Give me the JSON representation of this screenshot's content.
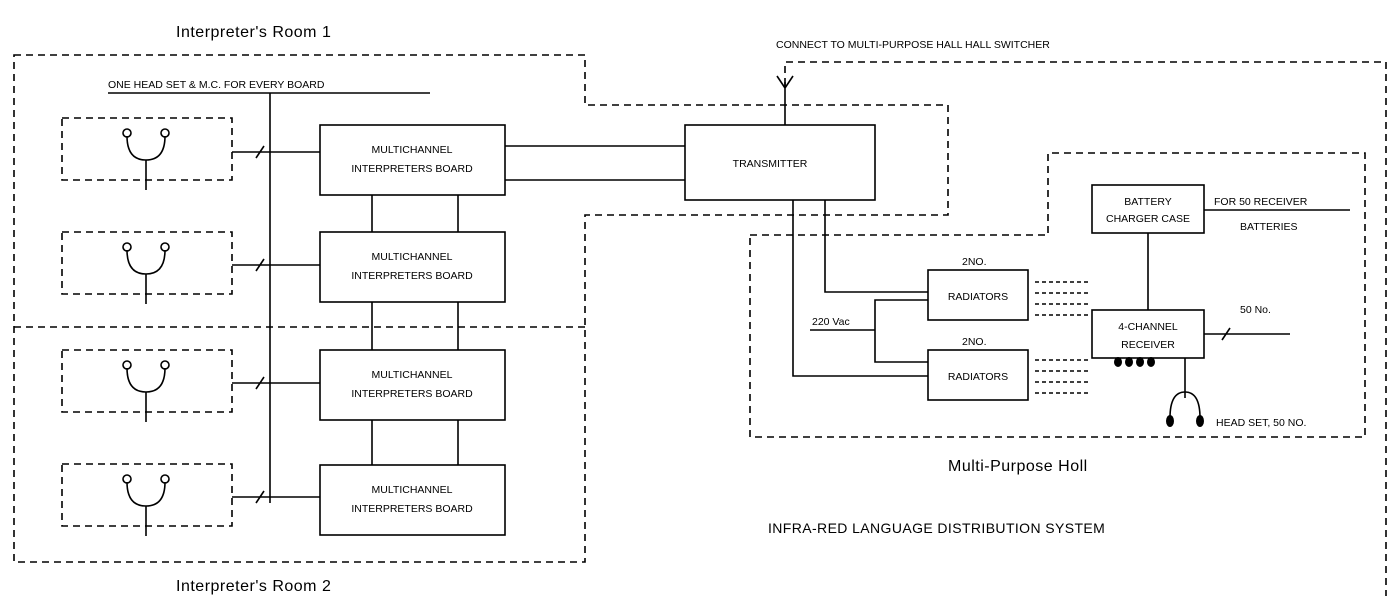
{
  "room1_title": "Interpreter's Room 1",
  "room2_title": "Interpreter's Room 2",
  "hall_title": "Multi-Purpose Holl",
  "system_title": "INFRA-RED LANGUAGE DISTRIBUTION SYSTEM",
  "connect_note": "CONNECT TO MULTI-PURPOSE HALL HALL SWITCHER",
  "headset_note": "ONE HEAD SET & M.C. FOR EVERY BOARD",
  "board_line1": "MULTICHANNEL",
  "board_line2": "INTERPRETERS BOARD",
  "transmitter": "TRANSMITTER",
  "battery_line1": "BATTERY",
  "battery_line2": "CHARGER CASE",
  "battery_note_1": "FOR 50 RECEIVER",
  "battery_note_2": "BATTERIES",
  "radiators": "RADIATORS",
  "radiator_qty": "2NO.",
  "voltage": "220 Vac",
  "receiver_line1": "4-CHANNEL",
  "receiver_line2": "RECEIVER",
  "receiver_qty": "50 No.",
  "headset_qty": "HEAD SET, 50 NO."
}
